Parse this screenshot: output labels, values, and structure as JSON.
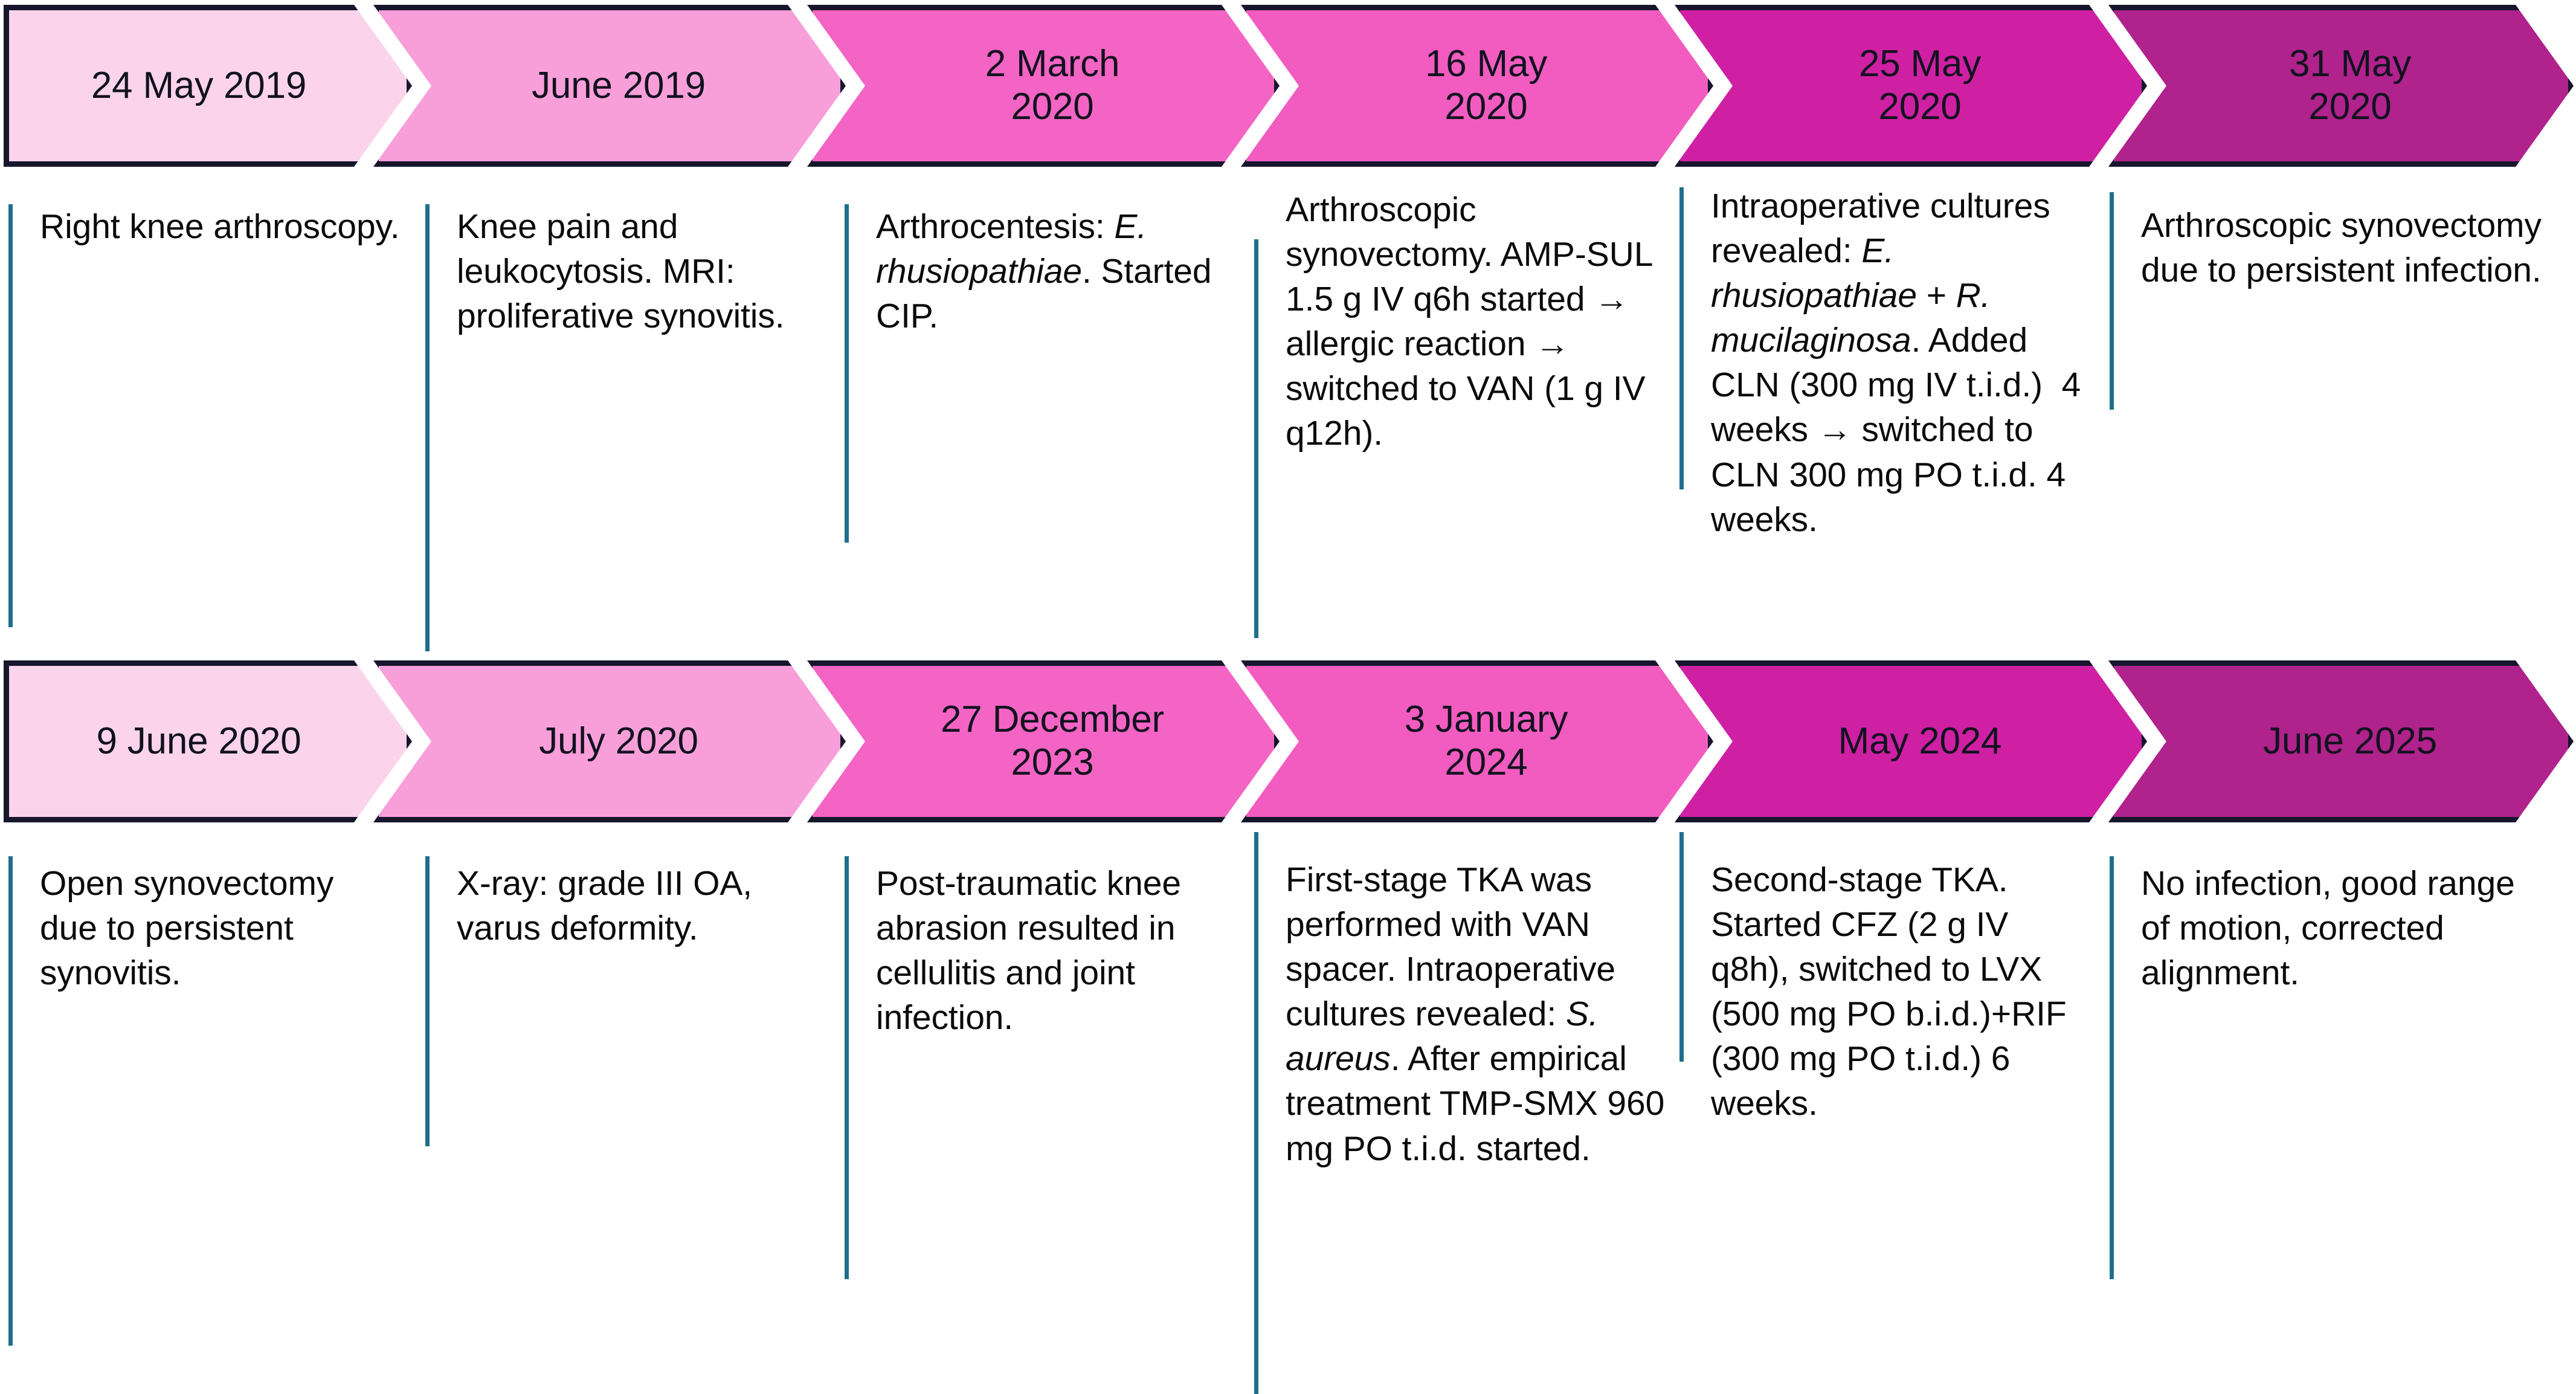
{
  "diagram": {
    "type": "horizontal-chevron-timeline",
    "rows": 2,
    "columns_per_row": 6,
    "rule_color": "#1f6f8b",
    "chevron_border_color": "#16162c",
    "chevron_colors": [
      "#fbd4ec",
      "#f89fda",
      "#f464c4",
      "#f25cc0",
      "#cf20a4",
      "#b0228c"
    ]
  },
  "row1": {
    "items": [
      {
        "date": "24 May 2019",
        "color": "#fbd4ec",
        "text_html": "Right knee arthroscopy.",
        "text": "Right knee arthroscopy."
      },
      {
        "date": "June 2019",
        "color": "#f89fda",
        "text_html": "Knee pain and leukocytosis. MRI: proliferative synovitis.",
        "text": "Knee pain and leukocytosis. MRI: proliferative synovitis."
      },
      {
        "date": "2 March\n2020",
        "color": "#f464c4",
        "text_html": "Arthrocentesis: <i>E. rhusiopathiae</i>. Started CIP.",
        "text": "Arthrocentesis: E. rhusiopathiae. Started CIP."
      },
      {
        "date": "16 May\n2020",
        "color": "#f25cc0",
        "text_html": "Arthroscopic synovectomy. AMP-SUL 1.5 g IV q6h started &#8594; allergic reaction &#8594; switched to VAN (1 g IV q12h).",
        "text": "Arthroscopic synovectomy. AMP-SUL 1.5 g IV q6h started → allergic reaction → switched to VAN (1 g IV q12h)."
      },
      {
        "date": "25 May\n2020",
        "color": "#cf20a4",
        "text_html": "Intraoperative cultures revealed: <i>E. rhusiopathiae</i> + <i>R. mucilaginosa</i>. Added CLN (300 mg IV t.i.d.)&nbsp; 4 weeks &#8594; switched to CLN 300 mg PO t.i.d. 4 weeks.",
        "text": "Intraoperative cultures revealed: E. rhusiopathiae + R. mucilaginosa. Added CLN (300 mg IV t.i.d.)  4 weeks → switched to CLN 300 mg PO t.i.d. 4 weeks."
      },
      {
        "date": "31 May\n2020",
        "color": "#b0228c",
        "text_html": "Arthroscopic synovectomy due to persistent infection.",
        "text": "Arthroscopic synovectomy due to persistent infection."
      }
    ]
  },
  "row2": {
    "items": [
      {
        "date": "9 June 2020",
        "color": "#fbd4ec",
        "text_html": "Open synovectomy due to persistent synovitis.",
        "text": "Open synovectomy due to persistent synovitis."
      },
      {
        "date": "July 2020",
        "color": "#f89fda",
        "text_html": "X-ray: grade III OA, varus deformity.",
        "text": "X-ray: grade III OA, varus deformity."
      },
      {
        "date": "27 December\n2023",
        "color": "#f464c4",
        "text_html": "Post-traumatic knee abrasion resulted in cellulitis and joint infection.",
        "text": "Post-traumatic knee abrasion resulted in cellulitis and joint infection."
      },
      {
        "date": "3 January\n2024",
        "color": "#f25cc0",
        "text_html": "First-stage TKA was performed with VAN spacer. Intraoperative cultures revealed: <i>S. aureus</i>. After empirical treatment TMP-SMX 960 mg PO t.i.d. started.",
        "text": "First-stage TKA was performed with VAN spacer. Intraoperative cultures revealed: S. aureus. After empirical treatment TMP-SMX 960 mg PO t.i.d. started."
      },
      {
        "date": "May 2024",
        "color": "#cf20a4",
        "text_html": "Second-stage TKA. Started CFZ (2 g IV q8h), switched to LVX (500 mg PO b.i.d.)+RIF (300 mg PO t.i.d.) 6 weeks.",
        "text": "Second-stage TKA. Started CFZ (2 g IV q8h), switched to LVX (500 mg PO b.i.d.)+RIF (300 mg PO t.i.d.) 6 weeks."
      },
      {
        "date": "June 2025",
        "color": "#b0228c",
        "text_html": "No infection, good range of motion, corrected alignment.",
        "text": "No infection, good range of motion, corrected alignment."
      }
    ]
  }
}
